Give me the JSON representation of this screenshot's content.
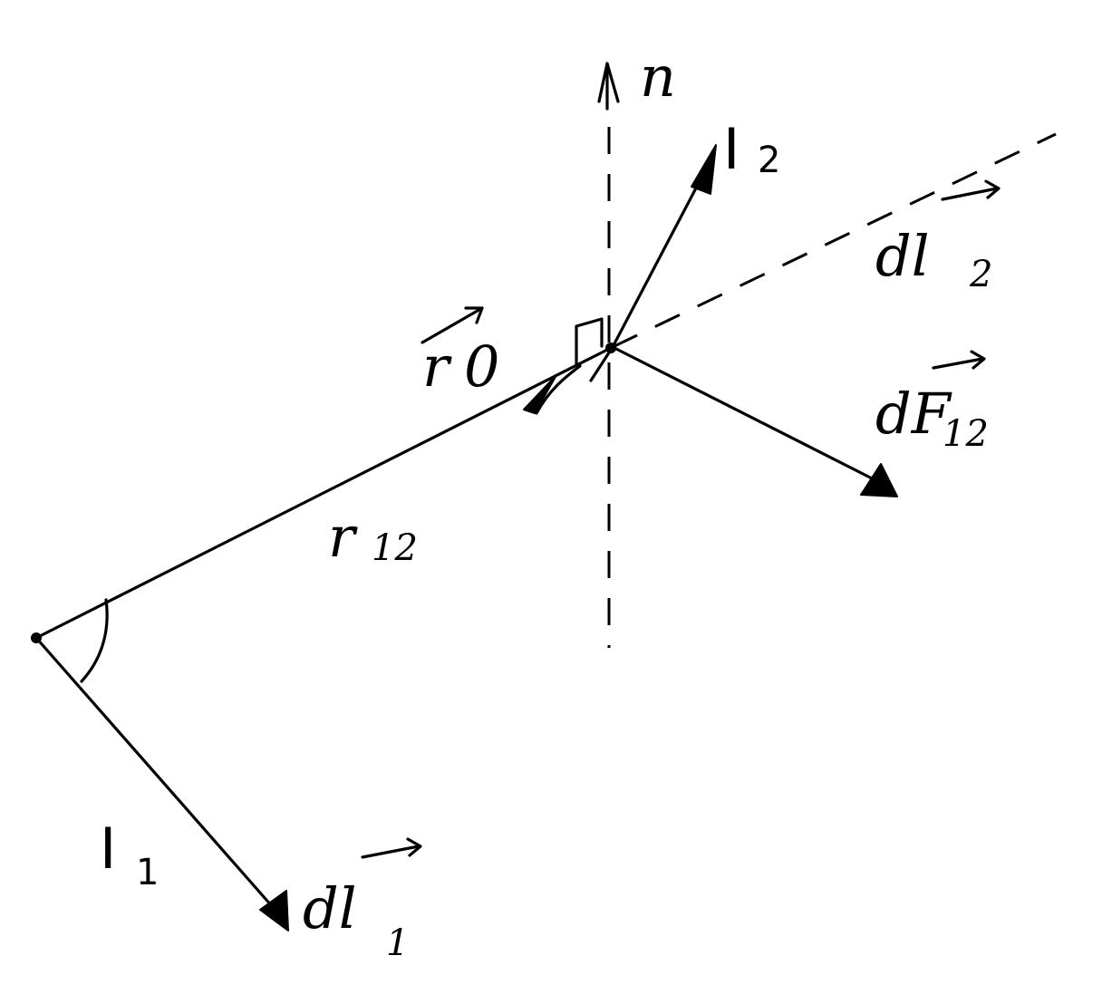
{
  "diagram": {
    "labels": {
      "normal": "n",
      "current_1": "I",
      "current_1_sub": "1",
      "current_2": "I",
      "current_2_sub": "2",
      "unit_vector": "r",
      "unit_vector_sub": "0",
      "distance": "r",
      "distance_sub": "12",
      "element_1": "dl",
      "element_1_sub": "1",
      "element_2": "dl",
      "element_2_sub": "2",
      "force": "dF",
      "force_sub": "12"
    }
  }
}
